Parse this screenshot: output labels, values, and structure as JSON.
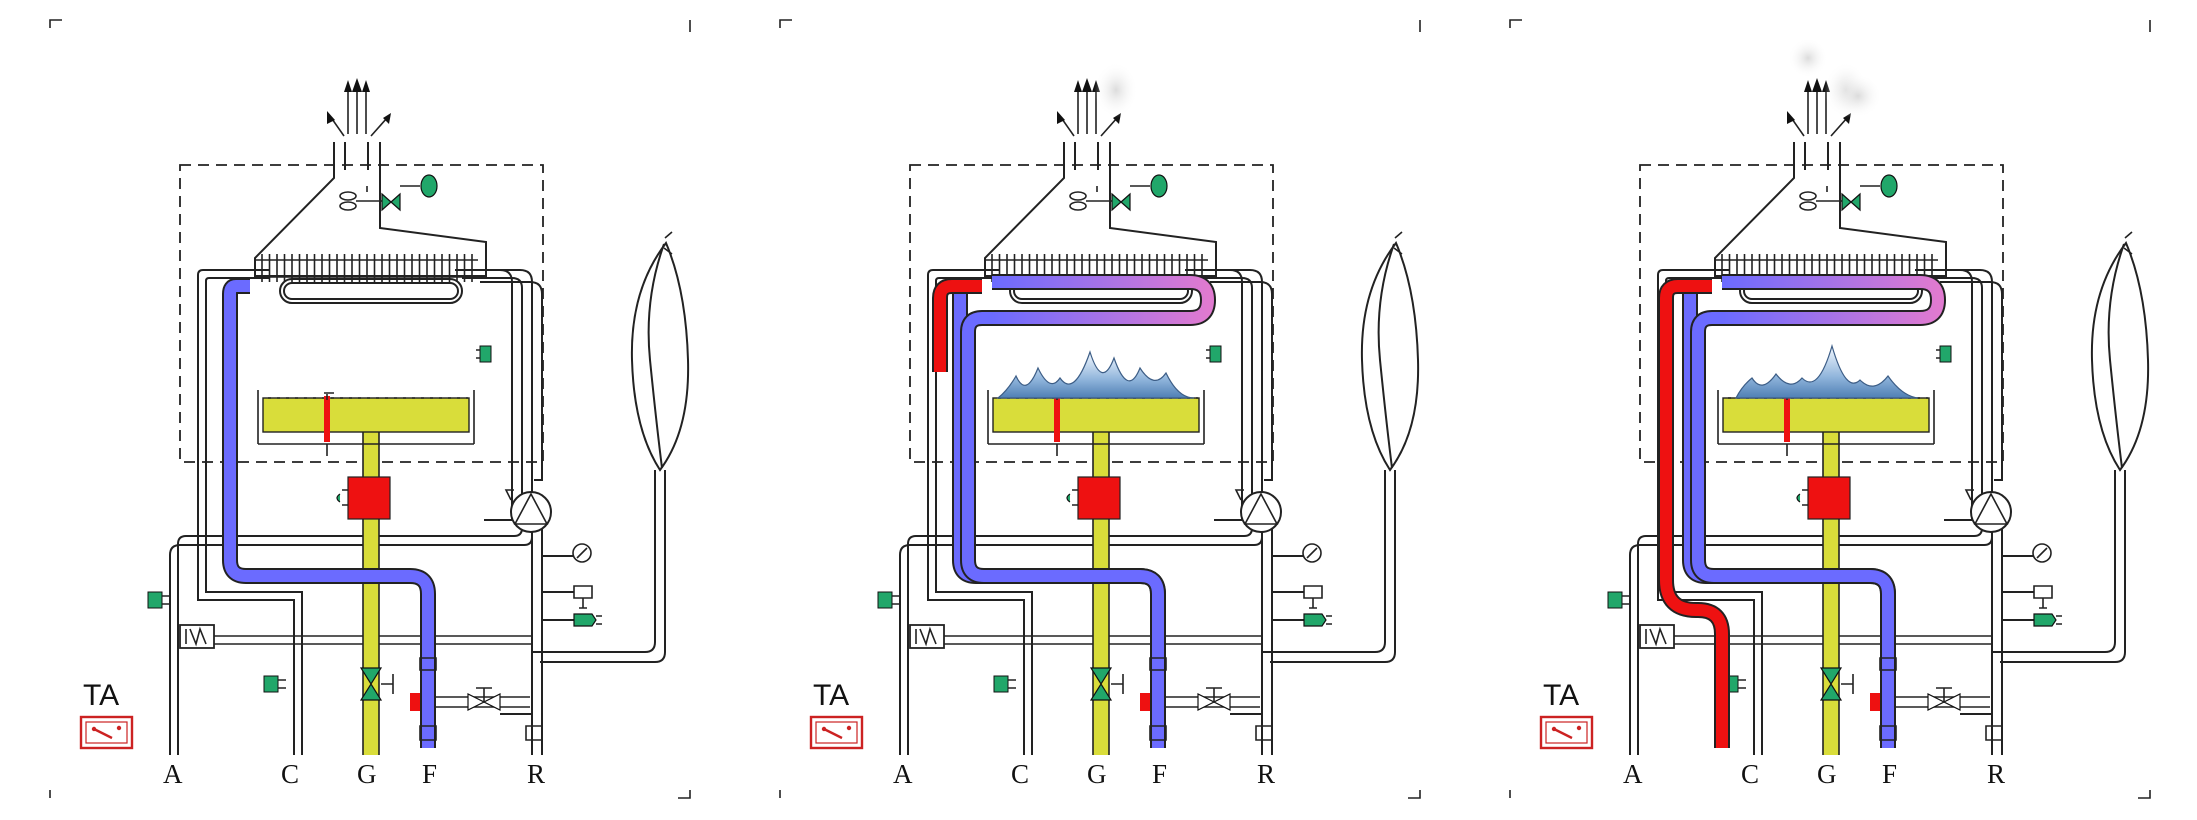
{
  "diagrams": [
    {
      "mode": "standby",
      "flame": false,
      "heating_active": false,
      "hot_water_active": false,
      "thermostat": "TA",
      "connections": [
        "A",
        "C",
        "G",
        "F",
        "R"
      ]
    },
    {
      "mode": "domestic-hot-water",
      "flame": true,
      "heating_active": false,
      "hot_water_active": true,
      "thermostat": "TA",
      "connections": [
        "A",
        "C",
        "G",
        "F",
        "R"
      ]
    },
    {
      "mode": "domestic-hot-water-full",
      "flame": true,
      "heating_active": false,
      "hot_water_active": true,
      "thermostat": "TA",
      "connections": [
        "A",
        "C",
        "G",
        "F",
        "R"
      ]
    }
  ],
  "colors": {
    "cold_water": "#6b6bff",
    "hot_water": "#ee1111",
    "exchanger": "#e07ad0",
    "gas": "#d9dd3a",
    "valve": "#21a76a",
    "flame": "#7ea9d4",
    "control": "#ee1111"
  }
}
